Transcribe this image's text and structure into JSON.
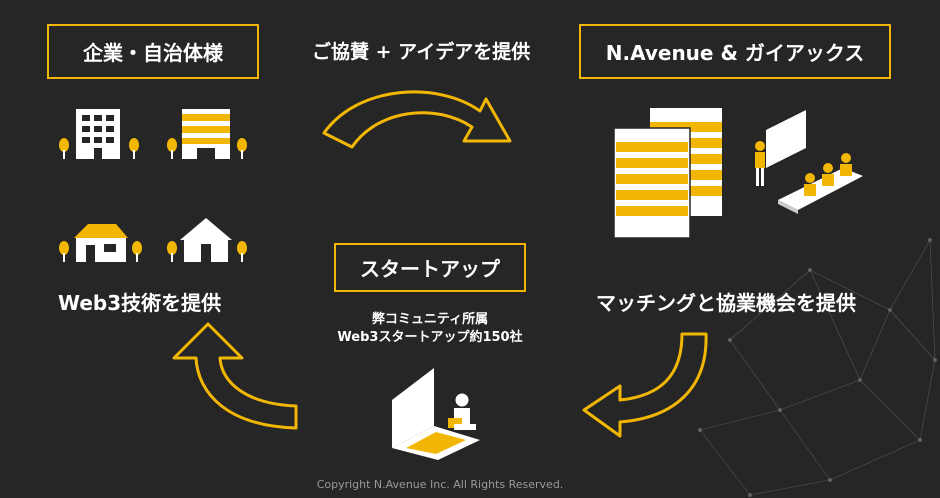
{
  "companies": {
    "title": "企業・自治体様",
    "caption": "Web3技術を提供"
  },
  "top_flow": {
    "label": "ご協賛 + アイデアを提供"
  },
  "navenue": {
    "title": "N.Avenue & ガイアックス",
    "caption": "マッチングと協業機会を提供"
  },
  "startups": {
    "title": "スタートアップ",
    "desc_line1": "弊コミュニティ所属",
    "desc_line2": "Web3スタートアップ約150社"
  },
  "footer": {
    "copyright": "Copyright N.Avenue  Inc. All Rights Reserved."
  },
  "colors": {
    "accent": "#f2b705",
    "background": "#262626",
    "text": "#ffffff"
  },
  "icons": [
    "office-building-icon",
    "striped-building-icon",
    "house-icon",
    "house-icon",
    "documents-icon",
    "presentation-meeting-icon",
    "laptop-worker-icon"
  ]
}
